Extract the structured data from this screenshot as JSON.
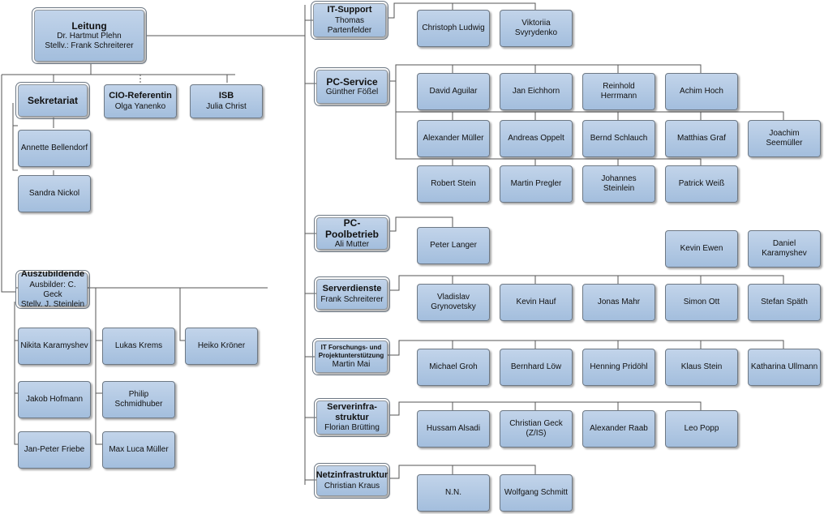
{
  "leitung": {
    "title": "Leitung",
    "line1": "Dr. Hartmut Plehn",
    "line2": "Stellv.: Frank Schreiterer"
  },
  "staff": {
    "sekretariat": {
      "title": "Sekretariat",
      "members": [
        "Annette Bellendorf",
        "Sandra Nickol"
      ]
    },
    "cio": {
      "title": "CIO-Referentin",
      "name": "Olga Yanenko"
    },
    "isb": {
      "title": "ISB",
      "name": "Julia Christ"
    }
  },
  "azubi": {
    "title": "Auszubildende",
    "line1": "Ausbilder: C. Geck",
    "line2": "Stellv. J. Steinlein",
    "members": [
      "Nikita Karamyshev",
      "Jakob Hofmann",
      "Jan-Peter Friebe",
      "Lukas Krems",
      "Philip Schmidhuber",
      "Max Luca Müller",
      "Heiko Kröner"
    ]
  },
  "it_support": {
    "title": "IT-Support",
    "line1": "Thomas",
    "line2": "Partenfelder",
    "members": [
      "Christoph Ludwig",
      "Viktoriia Svyrydenko"
    ]
  },
  "pc_service": {
    "title": "PC-Service",
    "head": "Günther Fößel",
    "members": [
      "David Aguilar",
      "Jan Eichhorn",
      "Reinhold Herrmann",
      "Achim Hoch",
      "Alexander Müller",
      "Andreas Oppelt",
      "Bernd Schlauch",
      "Matthias Graf",
      "Joachim Seemüller",
      "Robert Stein",
      "Martin Pregler",
      "Johannes Steinlein",
      "Patrick Weiß"
    ]
  },
  "pc_pool": {
    "title": "PC-Poolbetrieb",
    "head": "Ali Mutter",
    "members": [
      "Peter Langer"
    ]
  },
  "extra": [
    "Kevin Ewen",
    "Daniel Karamyshev"
  ],
  "server": {
    "title": "Serverdienste",
    "head": "Frank Schreiterer",
    "members": [
      "Vladislav Grynovetsky",
      "Kevin Hauf",
      "Jonas Mahr",
      "Simon Ott",
      "Stefan Späth"
    ]
  },
  "forschung": {
    "title_line1": "IT Forschungs- und",
    "title_line2": "Projektunterstützung",
    "head": "Martin Mai",
    "members": [
      "Michael Groh",
      "Bernhard Löw",
      "Henning Pridöhl",
      "Klaus Stein",
      "Katharina Ullmann"
    ]
  },
  "infra": {
    "title_line1": "Serverinfra-",
    "title_line2": "struktur",
    "head": "Florian Brütting",
    "members": [
      "Hussam Alsadi",
      "Christian Geck",
      "Alexander Raab",
      "Leo Popp"
    ],
    "member_note": "(Z/IS)"
  },
  "netz": {
    "title": "Netzinfrastruktur",
    "head": "Christian Kraus",
    "members": [
      "N.N.",
      "Wolfgang Schmitt"
    ]
  }
}
